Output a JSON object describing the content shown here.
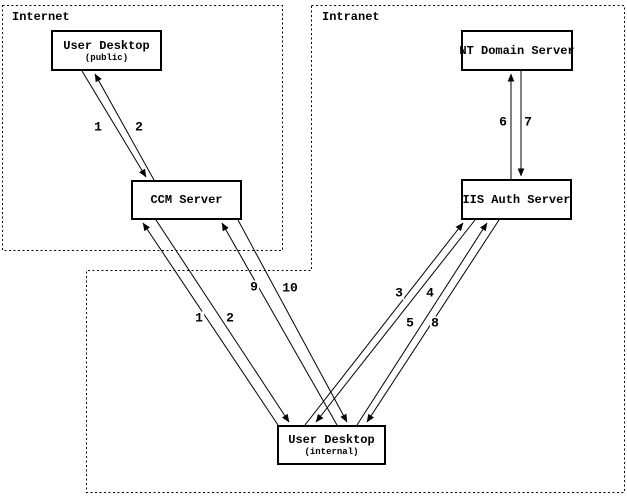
{
  "regions": {
    "internet": "Internet",
    "intranet": "Intranet"
  },
  "nodes": {
    "desktop_public": {
      "title": "User Desktop",
      "subtitle": "(public)"
    },
    "ccm": {
      "title": "CCM Server"
    },
    "nt": {
      "title": "NT Domain Server"
    },
    "iis": {
      "title": "IIS Auth Server"
    },
    "desktop_internal": {
      "title": "User Desktop",
      "subtitle": "(internal)"
    }
  },
  "edges": {
    "public_ccm": {
      "to_ccm": "1",
      "to_desktop": "2"
    },
    "internal_ccm_a": {
      "to_ccm": "1",
      "to_desktop": "2"
    },
    "internal_ccm_b": {
      "to_ccm": "9",
      "to_desktop": "10"
    },
    "internal_iis_a": {
      "to_iis": "3",
      "to_desktop": "4"
    },
    "internal_iis_b": {
      "to_iis": "5",
      "to_desktop": "8"
    },
    "iis_nt": {
      "to_nt": "6",
      "to_iis": "7"
    }
  },
  "colors": {
    "line": "#000000",
    "background": "#ffffff"
  }
}
